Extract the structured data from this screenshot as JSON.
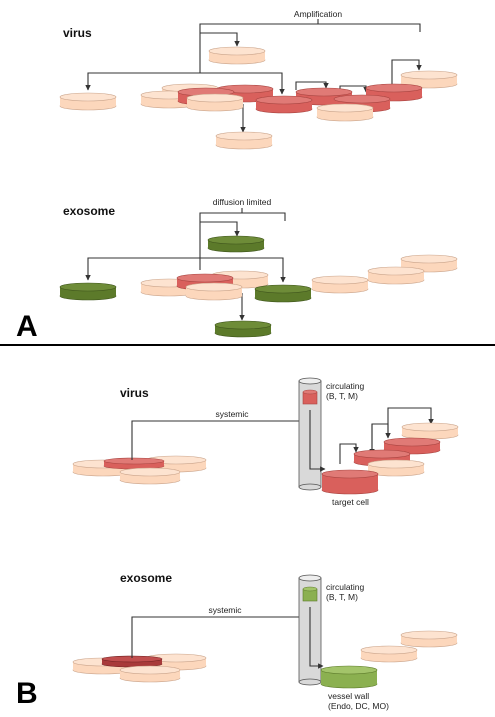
{
  "panel_a": {
    "letter": "A",
    "virus": {
      "title": "virus",
      "bracket_label": "Amplification"
    },
    "exosome": {
      "title": "exosome",
      "bracket_label": "diffusion limited"
    }
  },
  "panel_b": {
    "letter": "B",
    "virus": {
      "title": "virus",
      "route_label": "systemic",
      "circ_line1": "circulating",
      "circ_line2": "(B, T, M)",
      "target_label": "target cell"
    },
    "exosome": {
      "title": "exosome",
      "route_label": "systemic",
      "circ_line1": "circulating",
      "circ_line2": "(B, T, M)",
      "target_line1": "vessel wall",
      "target_line2": "(Endo, DC, MO)"
    }
  },
  "colors": {
    "uninfected_cell": "#fcd7bc",
    "infected_cell": "#d9605c",
    "exosome_loaded_cell": "#5c7a2a",
    "circulating_exosome_cell": "#8bb050",
    "vessel": "#d9d9d9"
  }
}
